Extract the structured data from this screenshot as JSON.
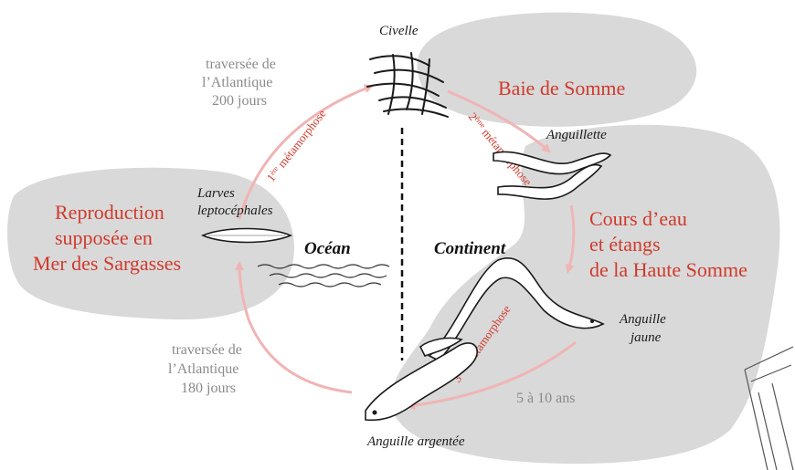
{
  "regions": {
    "ocean_label": "Océan",
    "continent_label": "Continent"
  },
  "places": {
    "baie": "Baie de Somme",
    "cours_line1": "Cours d’eau",
    "cours_line2": "et étangs",
    "cours_line3": "de la Haute Somme",
    "repro_line1": "Reproduction",
    "repro_line2": "supposée en",
    "repro_line3": "Mer des Sargasses"
  },
  "stages": {
    "civelle": "Civelle",
    "anguillette": "Anguillette",
    "larves_line1": "Larves",
    "larves_line2": "leptocéphales",
    "jaune_line1": "Anguille",
    "jaune_line2": "jaune",
    "argentee": "Anguille argentée"
  },
  "crossings": {
    "top_line1": "traversée de",
    "top_line2": "l’Atlantique",
    "top_line3": "200 jours",
    "bottom_line1": "traversée de",
    "bottom_line2": "l’Atlantique",
    "bottom_line3": "180 jours",
    "duration": "5 à 10 ans"
  },
  "metamorphoses": {
    "first_sup": "ère",
    "first_num": "1",
    "first_word": " métamorphose",
    "second_sup": "ème",
    "second_num": "2",
    "second_word": " métamorphose",
    "third_sup": "ème",
    "third_num": "3",
    "third_word": " métamorphose"
  },
  "colors": {
    "land": "#d9d9d9",
    "accent_red": "#d03a2c",
    "arrow_pink": "#f0b4b4",
    "grey_text": "#8a8a8a"
  }
}
